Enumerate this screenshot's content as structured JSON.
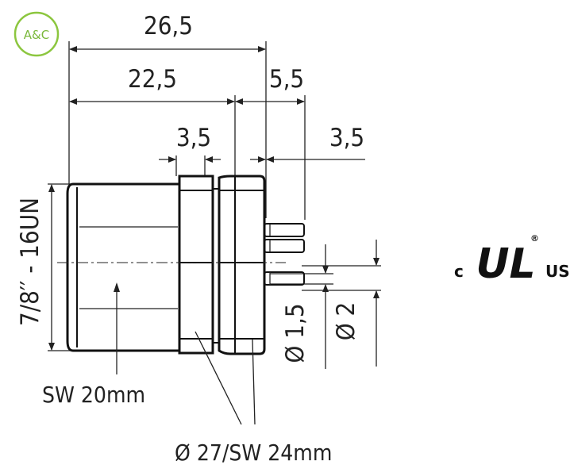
{
  "logo": {
    "text": "A&C",
    "color": "#8cc63f"
  },
  "dimensions": {
    "overall_length": "26,5",
    "body_length": "22,5",
    "pin_length": "5,5",
    "nut_width": "3,5",
    "rear_width": "3,5",
    "thread": "7/8′′ - 16UN",
    "pin_diameter": "Ø 1,5",
    "pin_spacing": "Ø 2"
  },
  "labels": {
    "wrench_front": "SW 20mm",
    "wrench_nut": "Ø 27/SW 24mm"
  },
  "certification": {
    "left": "c",
    "mark": "UL",
    "right": "US",
    "registered": "®"
  }
}
